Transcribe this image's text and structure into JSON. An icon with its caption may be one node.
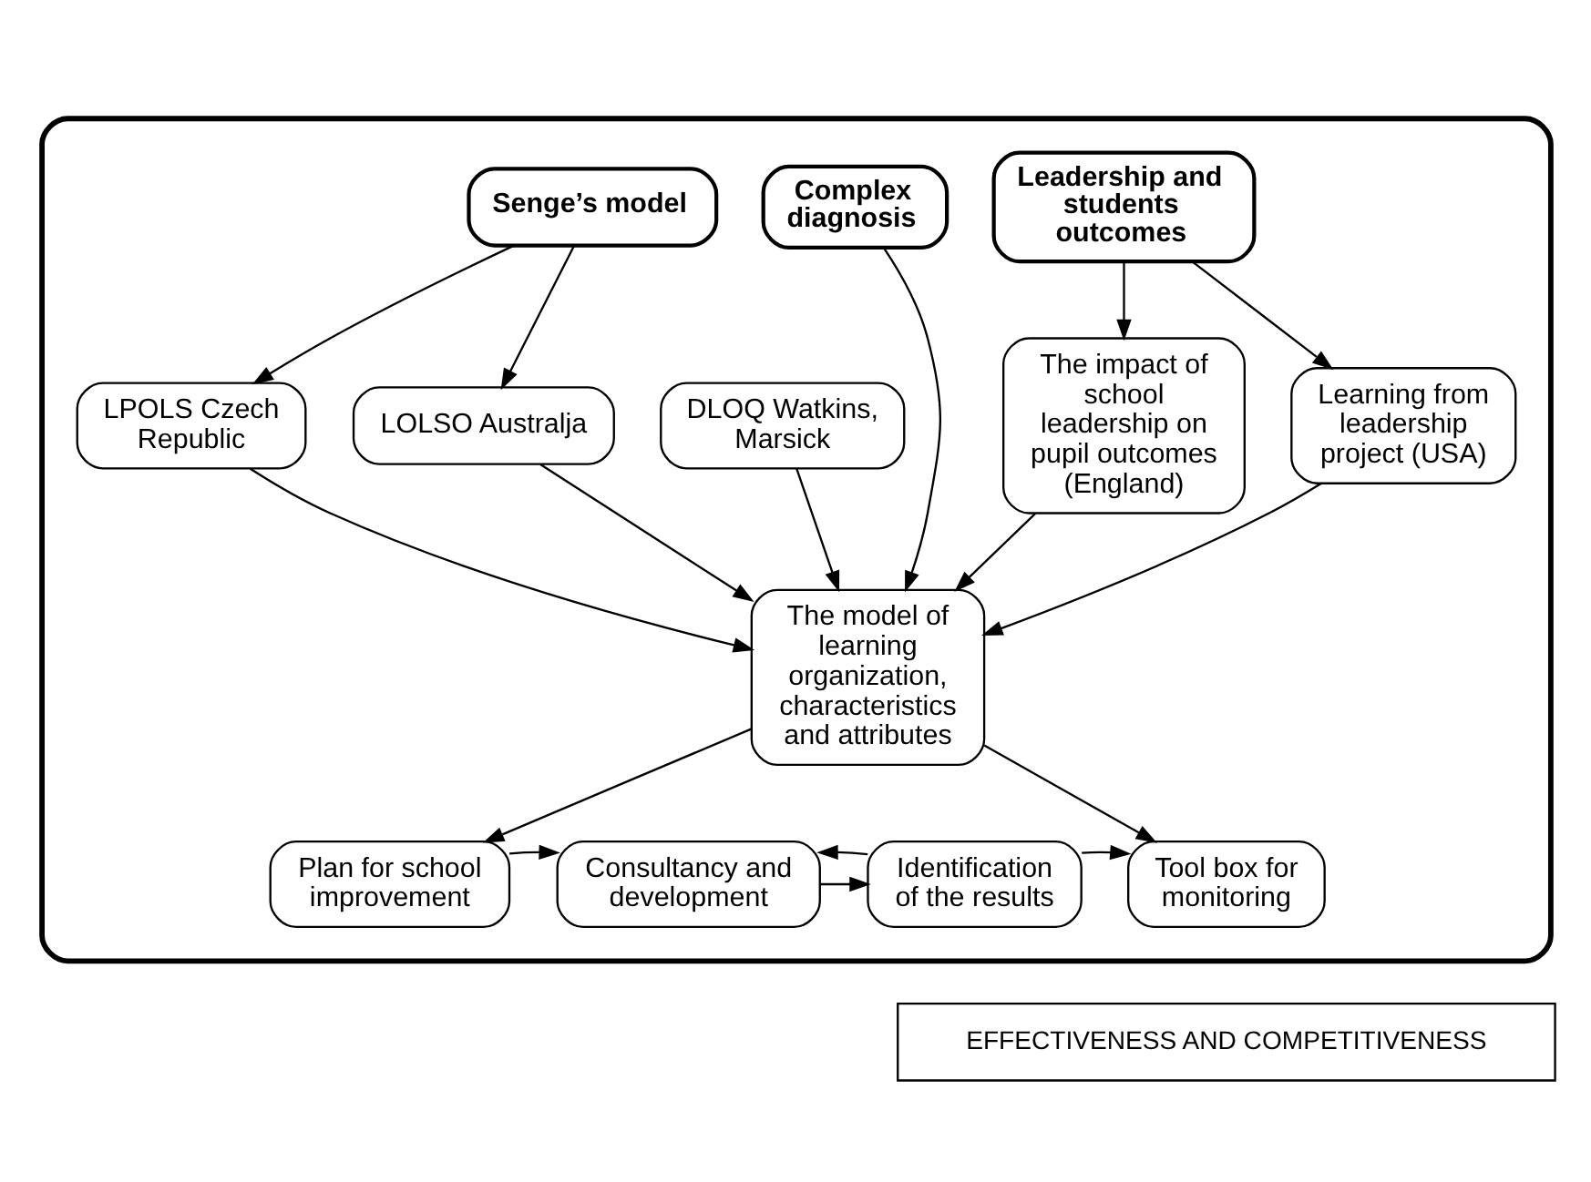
{
  "diagram": {
    "nodes": [
      {
        "text": [],
        "shape": "box"
      },
      {
        "text": [
          "Senge’s model"
        ],
        "in": 0
      },
      {
        "text": [
          "Complex diagnosis"
        ],
        "in": 0
      },
      {
        "text": [
          "Leadership and students outcomes"
        ],
        "in": 0
      },
      {
        "text": [
          "LOLSO Australja"
        ],
        "in": 0
      },
      {
        "text": [
          "DLOQ Watkins, Marsick"
        ],
        "in": 0
      },
      {
        "text": [
          "LPOLS Czech Republic"
        ],
        "in": 0
      },
      {
        "text": [
          "The impact of school leadership on pupil outcomes (England)"
        ],
        "in": 0
      },
      {
        "text": [
          "Learning from leadership project (USA)"
        ],
        "in": 0
      },
      {
        "text": [
          "The model of learning organization, characteristics and attributes"
        ],
        "in": 0
      },
      {
        "text": [
          "Plan for school improvement"
        ],
        "in": 0
      },
      {
        "text": [
          "Consultancy and development"
        ],
        "in": 0
      },
      {
        "text": [
          "Identification of the results"
        ],
        "in": 0
      },
      {
        "text": [
          "Tool box for monitoring"
        ],
        "in": 0
      }
    ],
    "edges": [
      {
        "from": 1,
        "to": 4,
        "arrow": "to"
      },
      {
        "from": 1,
        "to": 6,
        "arrow": "to"
      },
      {
        "from": 3,
        "to": 7,
        "arrow": "to"
      },
      {
        "from": 3,
        "to": 8,
        "arrow": "to"
      },
      {
        "from": 2,
        "to": 9,
        "arrow": "to"
      },
      {
        "from": 4,
        "to": 9,
        "arrow": "to"
      },
      {
        "from": 5,
        "to": 9,
        "arrow": "to"
      },
      {
        "from": 6,
        "to": 9,
        "arrow": "to"
      },
      {
        "from": 7,
        "to": 9,
        "arrow": "to"
      },
      {
        "from": 8,
        "to": 9,
        "arrow": "to"
      },
      {
        "from": 9,
        "to": 10,
        "arrow": "to"
      },
      {
        "from": 9,
        "to": 13,
        "arrow": "to"
      },
      {
        "from": 10,
        "to": 11,
        "arrow": "to"
      },
      {
        "from": 11,
        "to": 12,
        "arrow": "to"
      },
      {
        "from": 12,
        "to": 13,
        "arrow": "to"
      },
      {
        "from": 12,
        "to": 11,
        "arrow": "to"
      }
    ],
    "labels": [
      "EFFECTIVENESS AND COMPETITIVENESS"
    ]
  }
}
